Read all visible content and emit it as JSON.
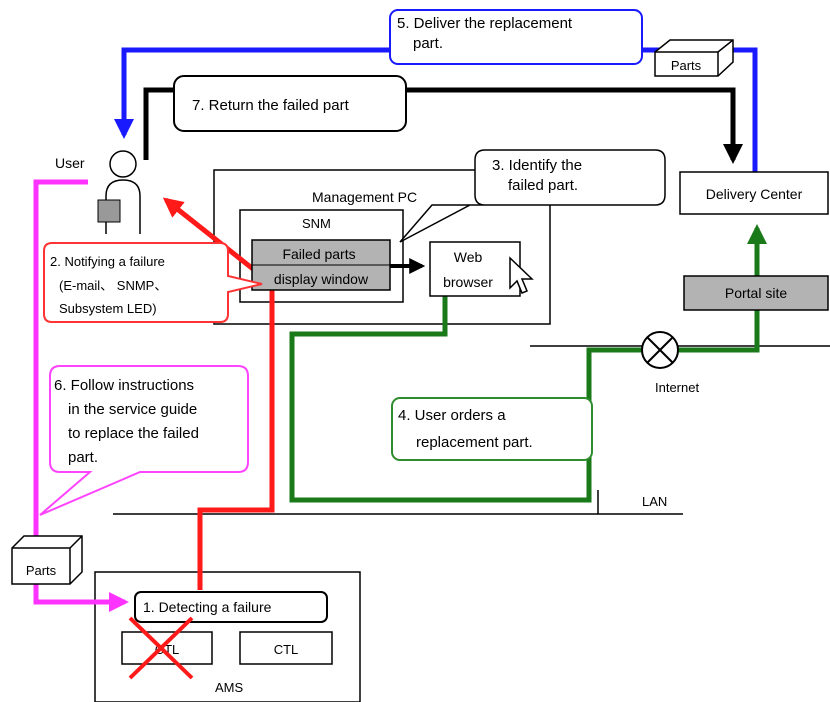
{
  "colors": {
    "blue": "#1a1aff",
    "black": "#000000",
    "red": "#ff1a1a",
    "green": "#1a7a1a",
    "magenta": "#ff33ff",
    "gray_box": "#b3b3b3",
    "callout_red": "#ff3333",
    "callout_green": "#2e8b2e",
    "callout_magenta": "#ff44ff"
  },
  "steps": {
    "step1": "1. Detecting a failure",
    "step2": [
      "2.  Notifying a failure",
      "(E-mail、 SNMP、",
      "Subsystem LED)"
    ],
    "step3": [
      "3.  Identify the",
      "failed part."
    ],
    "step4": [
      "4. User orders a",
      "replacement part."
    ],
    "step5": [
      "5. Deliver the replacement",
      "part."
    ],
    "step6": [
      "6. Follow instructions",
      "in the service guide",
      "to replace the failed",
      "part."
    ],
    "step7": "7. Return the failed part"
  },
  "nodes": {
    "user": "User",
    "management_pc": "Management PC",
    "snm": "SNM",
    "failed_parts_window": [
      "Failed parts",
      "display window"
    ],
    "web_browser": [
      "Web",
      "browser"
    ],
    "delivery_center": "Delivery Center",
    "portal_site": "Portal site",
    "internet": "Internet",
    "lan": "LAN",
    "parts_top": "Parts",
    "parts_left": "Parts",
    "ctl_left": "CTL",
    "ctl_right": "CTL",
    "ams": "AMS"
  },
  "icons": {
    "internet": "internet-router-icon",
    "user": "user-figure-icon",
    "pointer": "mouse-pointer-icon",
    "failure_mark": "x-failure-icon"
  }
}
